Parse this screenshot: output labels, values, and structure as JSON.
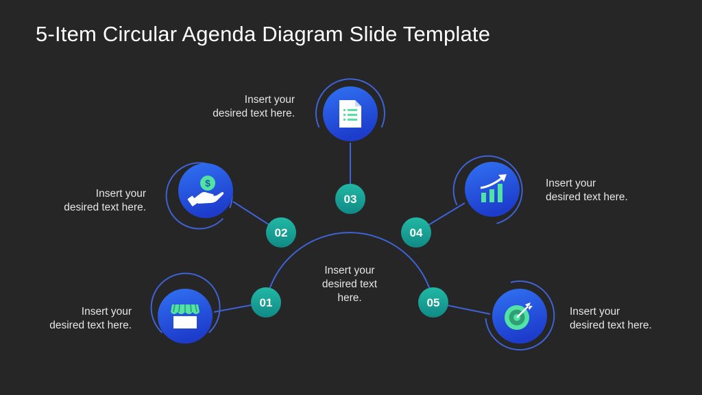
{
  "title": "5-Item Circular Agenda Diagram Slide Template",
  "center_text": "Insert your\ndesired text\nhere.",
  "colors": {
    "background": "#262626",
    "connector": "#3f63d6",
    "number_node_top": "#1fb3a2",
    "number_node_bottom": "#138b86",
    "icon_circle_top": "#2f6bf0",
    "icon_circle_bottom": "#1f3fd0",
    "icon_green": "#52e3a4",
    "text": "#ffffff"
  },
  "items": [
    {
      "number": "01",
      "icon": "store-icon",
      "text": "Insert your\ndesired text here."
    },
    {
      "number": "02",
      "icon": "money-hand-icon",
      "text": "Insert your\ndesired text here."
    },
    {
      "number": "03",
      "icon": "document-icon",
      "text": "Insert your\ndesired text here."
    },
    {
      "number": "04",
      "icon": "growth-chart-icon",
      "text": "Insert your\ndesired text here."
    },
    {
      "number": "05",
      "icon": "target-icon",
      "text": "Insert your\ndesired text here."
    }
  ]
}
